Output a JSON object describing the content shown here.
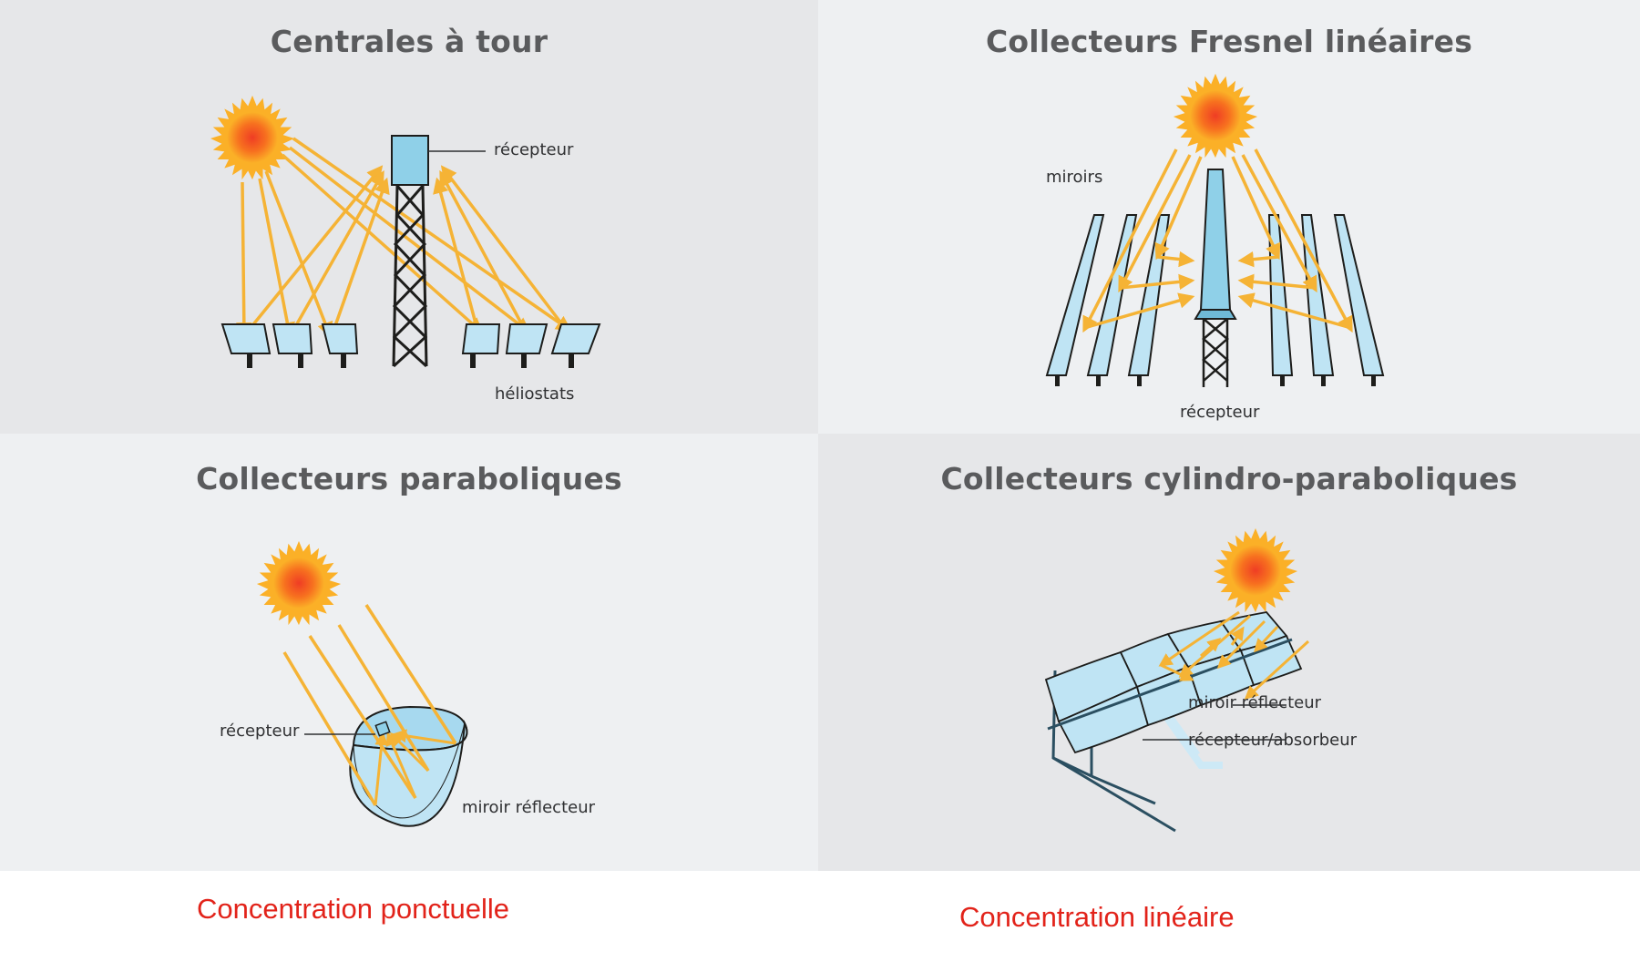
{
  "panels": {
    "tower": {
      "title": "Centrales à tour",
      "labels": {
        "receiver": "récepteur",
        "heliostats": "héliostats"
      }
    },
    "fresnel": {
      "title": "Collecteurs Fresnel linéaires",
      "labels": {
        "mirrors": "miroirs",
        "receiver": "récepteur"
      }
    },
    "dish": {
      "title": "Collecteurs paraboliques",
      "labels": {
        "receiver": "récepteur",
        "mirror": "miroir réflecteur"
      }
    },
    "trough": {
      "title": "Collecteurs cylindro-paraboliques",
      "labels": {
        "mirror": "miroir réflecteur",
        "receiver": "récepteur/absorbeur"
      }
    }
  },
  "captions": {
    "point": "Concentration ponctuelle",
    "linear": "Concentration linéaire"
  },
  "colors": {
    "panel_dark": "#e6e7e9",
    "panel_light": "#eef0f2",
    "ray": "#f5b335",
    "mirror": "#bfe4f4",
    "receiver": "#8fd0e8",
    "caption": "#e2231a",
    "title": "#5a5b5d"
  }
}
